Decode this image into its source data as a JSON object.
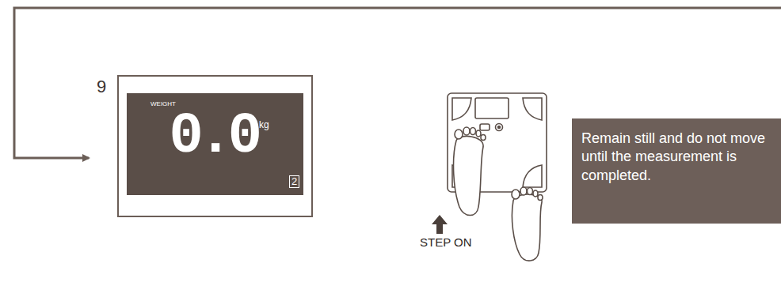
{
  "diagram": {
    "nodes": [
      {
        "text": [
          "9"
        ]
      },
      {
        "text": [
          "WEIGHT",
          "0.0",
          "kg",
          "2"
        ],
        "in": 0
      },
      {
        "text": [
          "STEP ON"
        ]
      },
      {
        "text": [
          "Remain still and do not move until the measurement is completed."
        ]
      }
    ]
  }
}
